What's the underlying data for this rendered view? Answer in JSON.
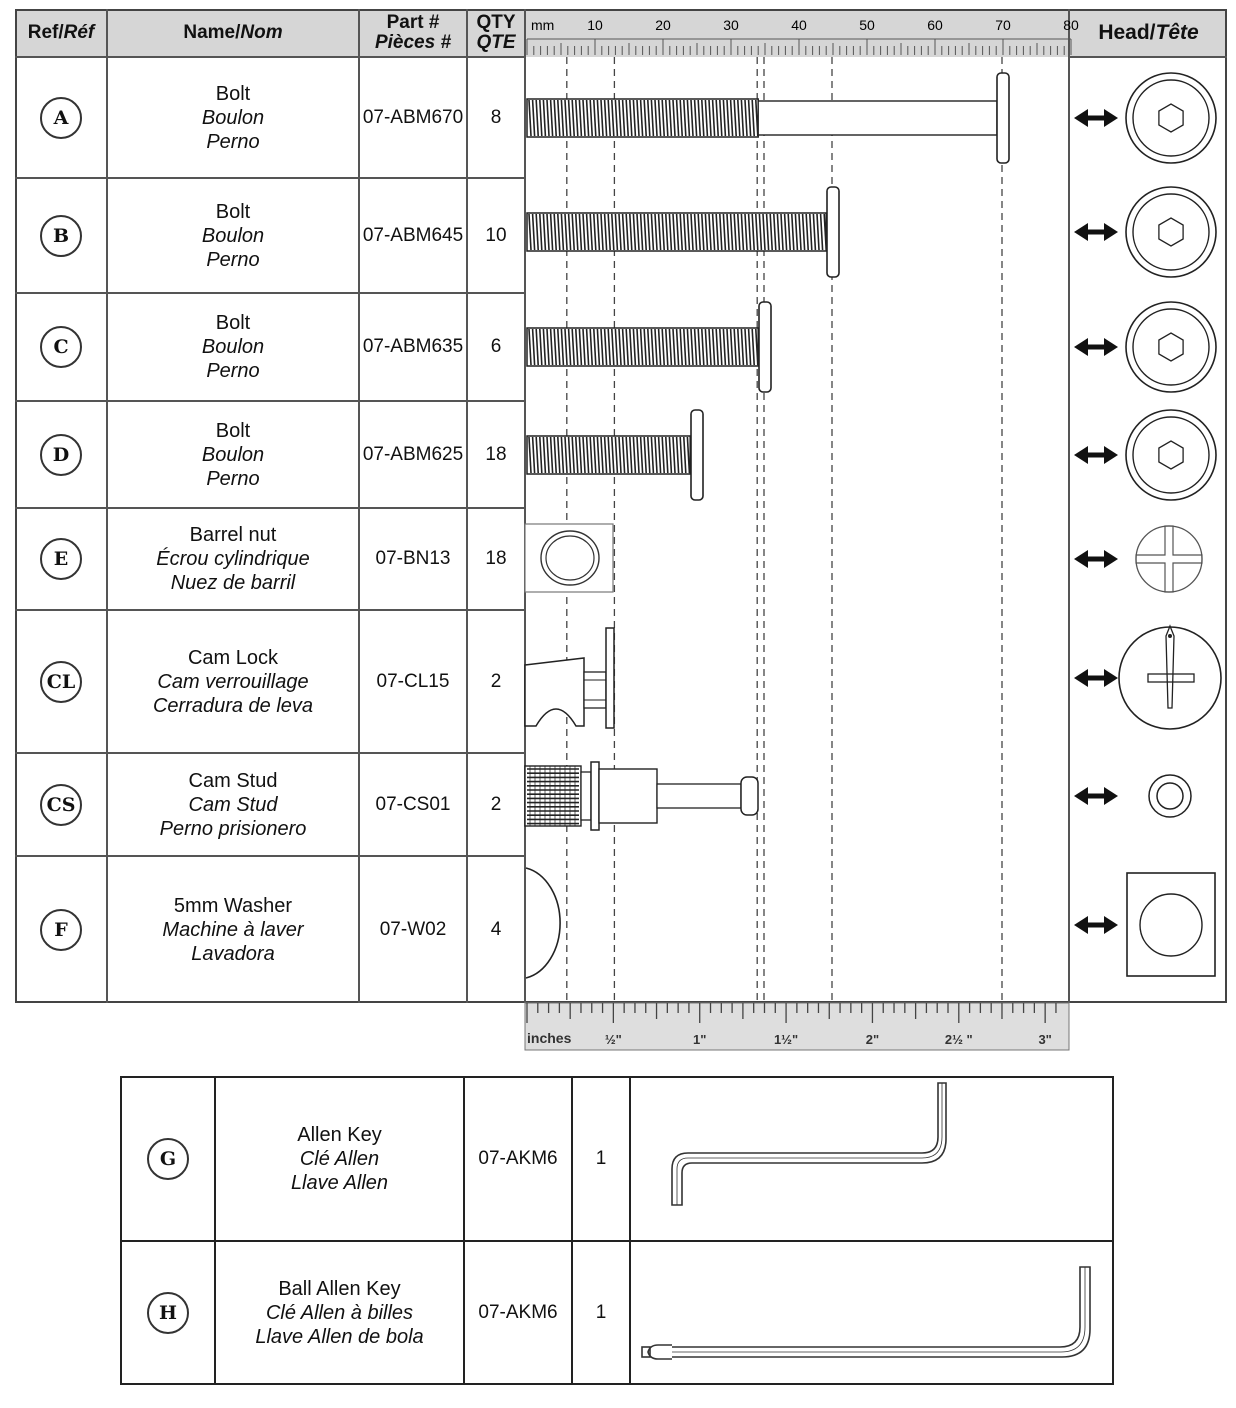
{
  "header": {
    "ref_en": "Ref/",
    "ref_fr": "Réf",
    "name_en": "Name/",
    "name_fr": "Nom",
    "part_en": "Part #",
    "part_fr": "Pièces #",
    "qty_en": "QTY",
    "qty_fr": "QTE",
    "head_en": "Head/",
    "head_fr": "Tête"
  },
  "ruler": {
    "mm_label": "mm",
    "mm_ticks": [
      "10",
      "20",
      "30",
      "40",
      "50",
      "60",
      "70",
      "80"
    ],
    "inches_label": "inches",
    "inch_ticks": [
      "½\"",
      "1\"",
      "1½\"",
      "2\"",
      "2½ \"",
      "3\""
    ]
  },
  "parts": [
    {
      "ref": "A",
      "name": "Bolt",
      "name_fr": "Boulon",
      "name_es": "Perno",
      "part": "07-ABM670",
      "qty": "8",
      "length_mm": 70,
      "head_icon": "hex-socket-head-icon"
    },
    {
      "ref": "B",
      "name": "Bolt",
      "name_fr": "Boulon",
      "name_es": "Perno",
      "part": "07-ABM645",
      "qty": "10",
      "length_mm": 45,
      "head_icon": "hex-socket-head-icon"
    },
    {
      "ref": "C",
      "name": "Bolt",
      "name_fr": "Boulon",
      "name_es": "Perno",
      "part": "07-ABM635",
      "qty": "6",
      "length_mm": 35,
      "head_icon": "hex-socket-head-icon"
    },
    {
      "ref": "D",
      "name": "Bolt",
      "name_fr": "Boulon",
      "name_es": "Perno",
      "part": "07-ABM625",
      "qty": "18",
      "length_mm": 25,
      "head_icon": "hex-socket-head-icon"
    },
    {
      "ref": "E",
      "name": "Barrel nut",
      "name_fr": "Écrou cylindrique",
      "name_es": "Nuez de barril",
      "part": "07-BN13",
      "qty": "18",
      "head_icon": "phillips-slot-head-icon"
    },
    {
      "ref": "CL",
      "name": "Cam Lock",
      "name_fr": "Cam verrouillage",
      "name_es": "Cerradura de leva",
      "part": "07-CL15",
      "qty": "2",
      "head_icon": "cam-lock-head-icon"
    },
    {
      "ref": "CS",
      "name": "Cam Stud",
      "name_fr": "Cam Stud",
      "name_es": "Perno prisionero",
      "part": "07-CS01",
      "qty": "2",
      "head_icon": "cam-stud-head-icon"
    },
    {
      "ref": "F",
      "name": "5mm Washer",
      "name_fr": "Machine à laver",
      "name_es": "Lavadora",
      "part": "07-W02",
      "qty": "4",
      "head_icon": "washer-icon"
    }
  ],
  "tools": [
    {
      "ref": "G",
      "name": "Allen Key",
      "name_fr": "Clé Allen",
      "name_es": "Llave Allen",
      "part": "07-AKM6",
      "qty": "1",
      "icon": "allen-key-icon"
    },
    {
      "ref": "H",
      "name": "Ball Allen Key",
      "name_fr": "Clé Allen à billes",
      "name_es": "Llave Allen de bola",
      "part": "07-AKM6",
      "qty": "1",
      "icon": "ball-allen-key-icon"
    }
  ]
}
